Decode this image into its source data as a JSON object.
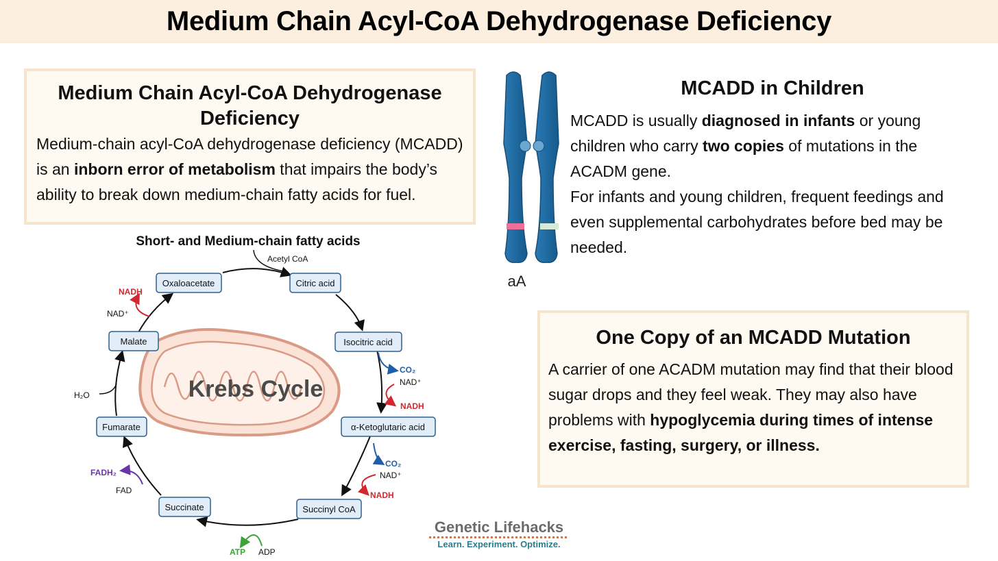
{
  "header": {
    "title": "Medium Chain Acyl-CoA Dehydrogenase Deficiency"
  },
  "definition": {
    "title": "Medium Chain Acyl-CoA Dehydrogenase Deficiency",
    "text_before": "Medium-chain acyl-CoA dehydrogenase deficiency (MCADD) is an ",
    "text_bold": "inborn error of metabolism",
    "text_after": " that impairs the body’s ability to break down medium-chain fatty acids for fuel."
  },
  "children": {
    "title": "MCADD in Children",
    "p1_a": "MCADD is usually ",
    "p1_b1": "diagnosed in infants",
    "p1_c": " or young children who carry ",
    "p1_b2": "two copies",
    "p1_d": " of mutations in the ACADM gene.",
    "p2": "For infants and young children, frequent feedings and even supplemental carbohydrates before bed may be needed."
  },
  "chromosome": {
    "label": "aA",
    "colors": {
      "body": "#1f6aa0",
      "band_left": "#ee6f98",
      "band_right": "#d6ead8"
    }
  },
  "one_copy": {
    "title": "One Copy of an MCADD Mutation",
    "text": "A carrier of one ACADM mutation may find that their blood sugar drops and they feel weak. They may also have problems with ",
    "bold": "hypoglycemia during times of intense exercise, fasting, surgery, or illness."
  },
  "krebs": {
    "title": "Short- and Medium-chain fatty acids",
    "center_label": "Krebs Cycle",
    "nodes": {
      "oxaloacetate": "Oxaloacetate",
      "citric_acid": "Citric acid",
      "isocitric_acid": "Isocitric acid",
      "ketoglutaric_acid": "α-Ketoglutaric acid",
      "succinyl_coa": "Succinyl CoA",
      "succinate": "Succinate",
      "fumarate": "Fumarate",
      "malate": "Malate"
    },
    "labels": {
      "acetyl_coa": "Acetyl CoA",
      "nadh_top": "NADH",
      "nad_top": "NAD⁺",
      "h2o": "H₂O",
      "co2_1": "CO₂",
      "nad_1": "NAD⁺",
      "nadh_1": "NADH",
      "co2_2": "CO₂",
      "nad_2": "NAD⁺",
      "nadh_2": "NADH",
      "fadh2": "FADH₂",
      "fad": "FAD",
      "atp": "ATP",
      "adp": "ADP"
    },
    "colors": {
      "red": "#d0282e",
      "blue": "#1f5fa8",
      "green": "#3aa33a",
      "purple": "#6a35a8"
    }
  },
  "logo": {
    "name": "Genetic Lifehacks",
    "tagline": "Learn. Experiment. Optimize."
  }
}
